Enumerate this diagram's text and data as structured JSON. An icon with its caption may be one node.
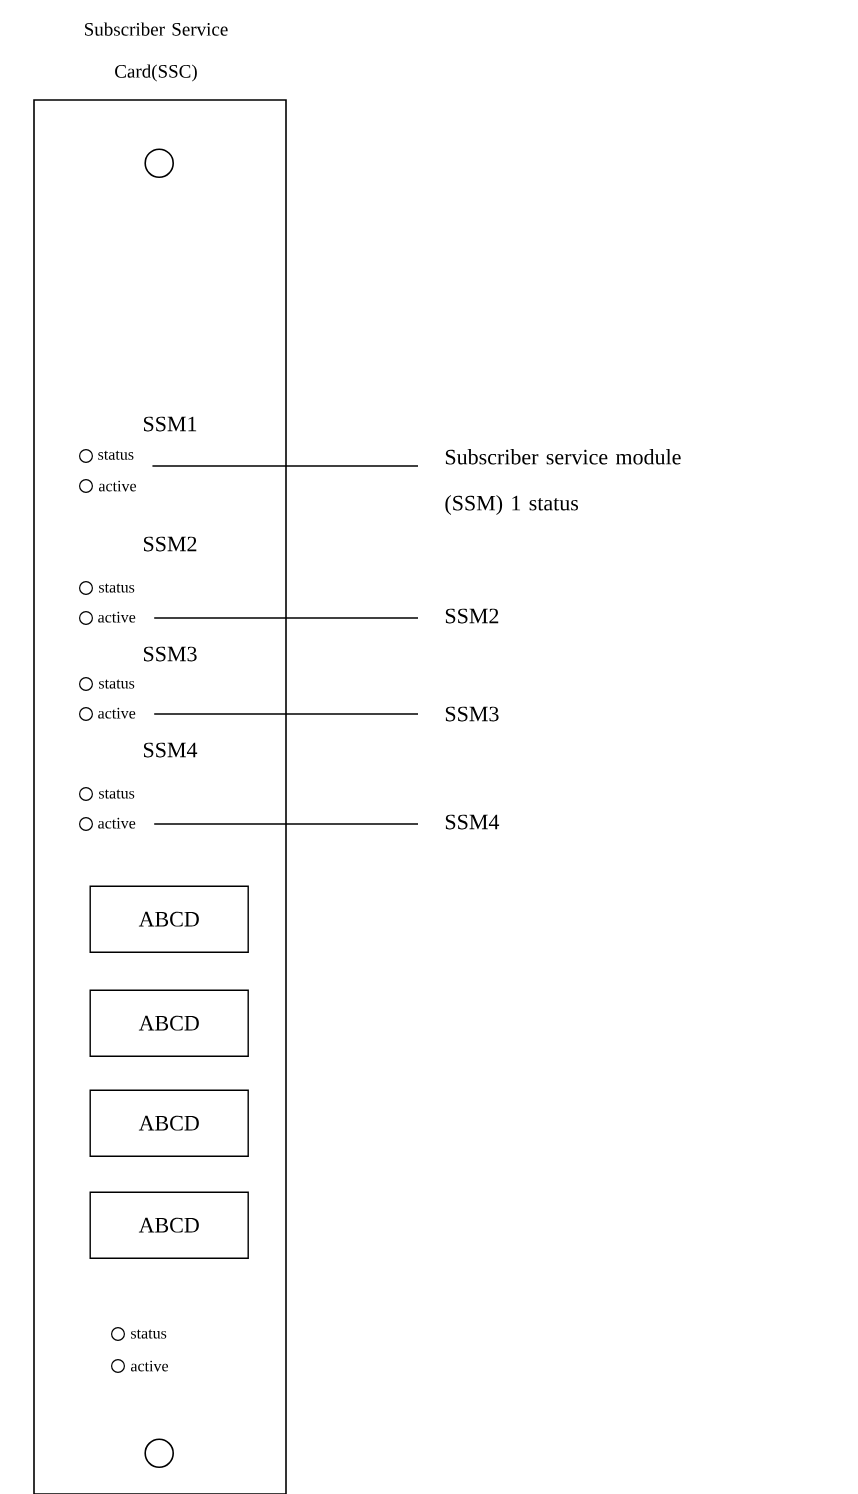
{
  "diagram": {
    "nodes": [
      {
        "text": [
          "Subscriber Service Card(SSC)"
        ]
      },
      {
        "text": [],
        "shape": "circle",
        "in": 0
      },
      {
        "text": [
          "status"
        ],
        "in": 0
      },
      {
        "text": [
          "active"
        ],
        "in": 0
      },
      {
        "text": [
          "active"
        ],
        "in": 0
      },
      {
        "text": [
          "active"
        ],
        "in": 0
      },
      {
        "text": [
          "ABCD"
        ],
        "in": 0
      },
      {
        "text": [
          "ABCD"
        ],
        "in": 0
      },
      {
        "text": [
          "ABCD"
        ],
        "in": 0
      },
      {
        "text": [
          "ABCD"
        ],
        "in": 0
      },
      {
        "text": [],
        "shape": "circle",
        "in": 0
      },
      {
        "text": [
          "Subscriber service module (SSM) 1 status"
        ]
      },
      {
        "text": [
          "SSM2"
        ]
      },
      {
        "text": [
          "SSM3"
        ]
      },
      {
        "text": [
          "SSM4"
        ]
      }
    ],
    "edges": [
      {
        "from": 11,
        "to": 2,
        "arrow": "none"
      },
      {
        "from": 12,
        "to": 3,
        "arrow": "none"
      },
      {
        "from": 13,
        "to": 4,
        "arrow": "none"
      },
      {
        "from": 14,
        "to": 5,
        "arrow": "none"
      }
    ],
    "labels": [
      "SSM1",
      "active",
      "SSM2",
      "status",
      "SSM3",
      "status",
      "SSM4",
      "status",
      "status",
      "active"
    ]
  }
}
